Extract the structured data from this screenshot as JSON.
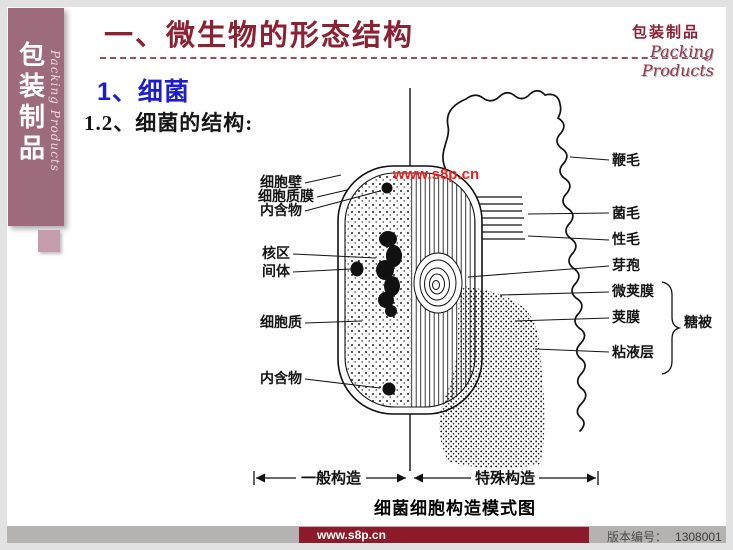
{
  "sidebar": {
    "chars": [
      "包",
      "装",
      "制",
      "品"
    ],
    "script": "Packing Products"
  },
  "header": {
    "title": "一、微生物的形态结构",
    "brand_cn": "包装制品",
    "brand_en": "Packing Products"
  },
  "content": {
    "section": "1、细菌",
    "subsection": "1.2、细菌的结构:",
    "watermark": "www.s8p.cn"
  },
  "diagram": {
    "left_labels": [
      "细胞壁",
      "细胞质膜",
      "内含物",
      "核区",
      "间体",
      "细胞质",
      "内含物"
    ],
    "right_labels": [
      "鞭毛",
      "菌毛",
      "性毛",
      "芽孢",
      "微荚膜",
      "荚膜",
      "粘液层"
    ],
    "bracket_label": "糖被",
    "span_left": "一般构造",
    "span_right": "特殊构造",
    "caption": "细菌细胞构造模式图"
  },
  "footer": {
    "site": "www.s8p.cn",
    "version_label": "版本编号：",
    "version_number": "1308001"
  },
  "colors": {
    "accent": "#8B2133",
    "sidebar": "#9E6B7C",
    "section_blue": "#1D1DD0",
    "watermark_red": "#F21D1D",
    "footer_bar": "#8C1A28"
  }
}
